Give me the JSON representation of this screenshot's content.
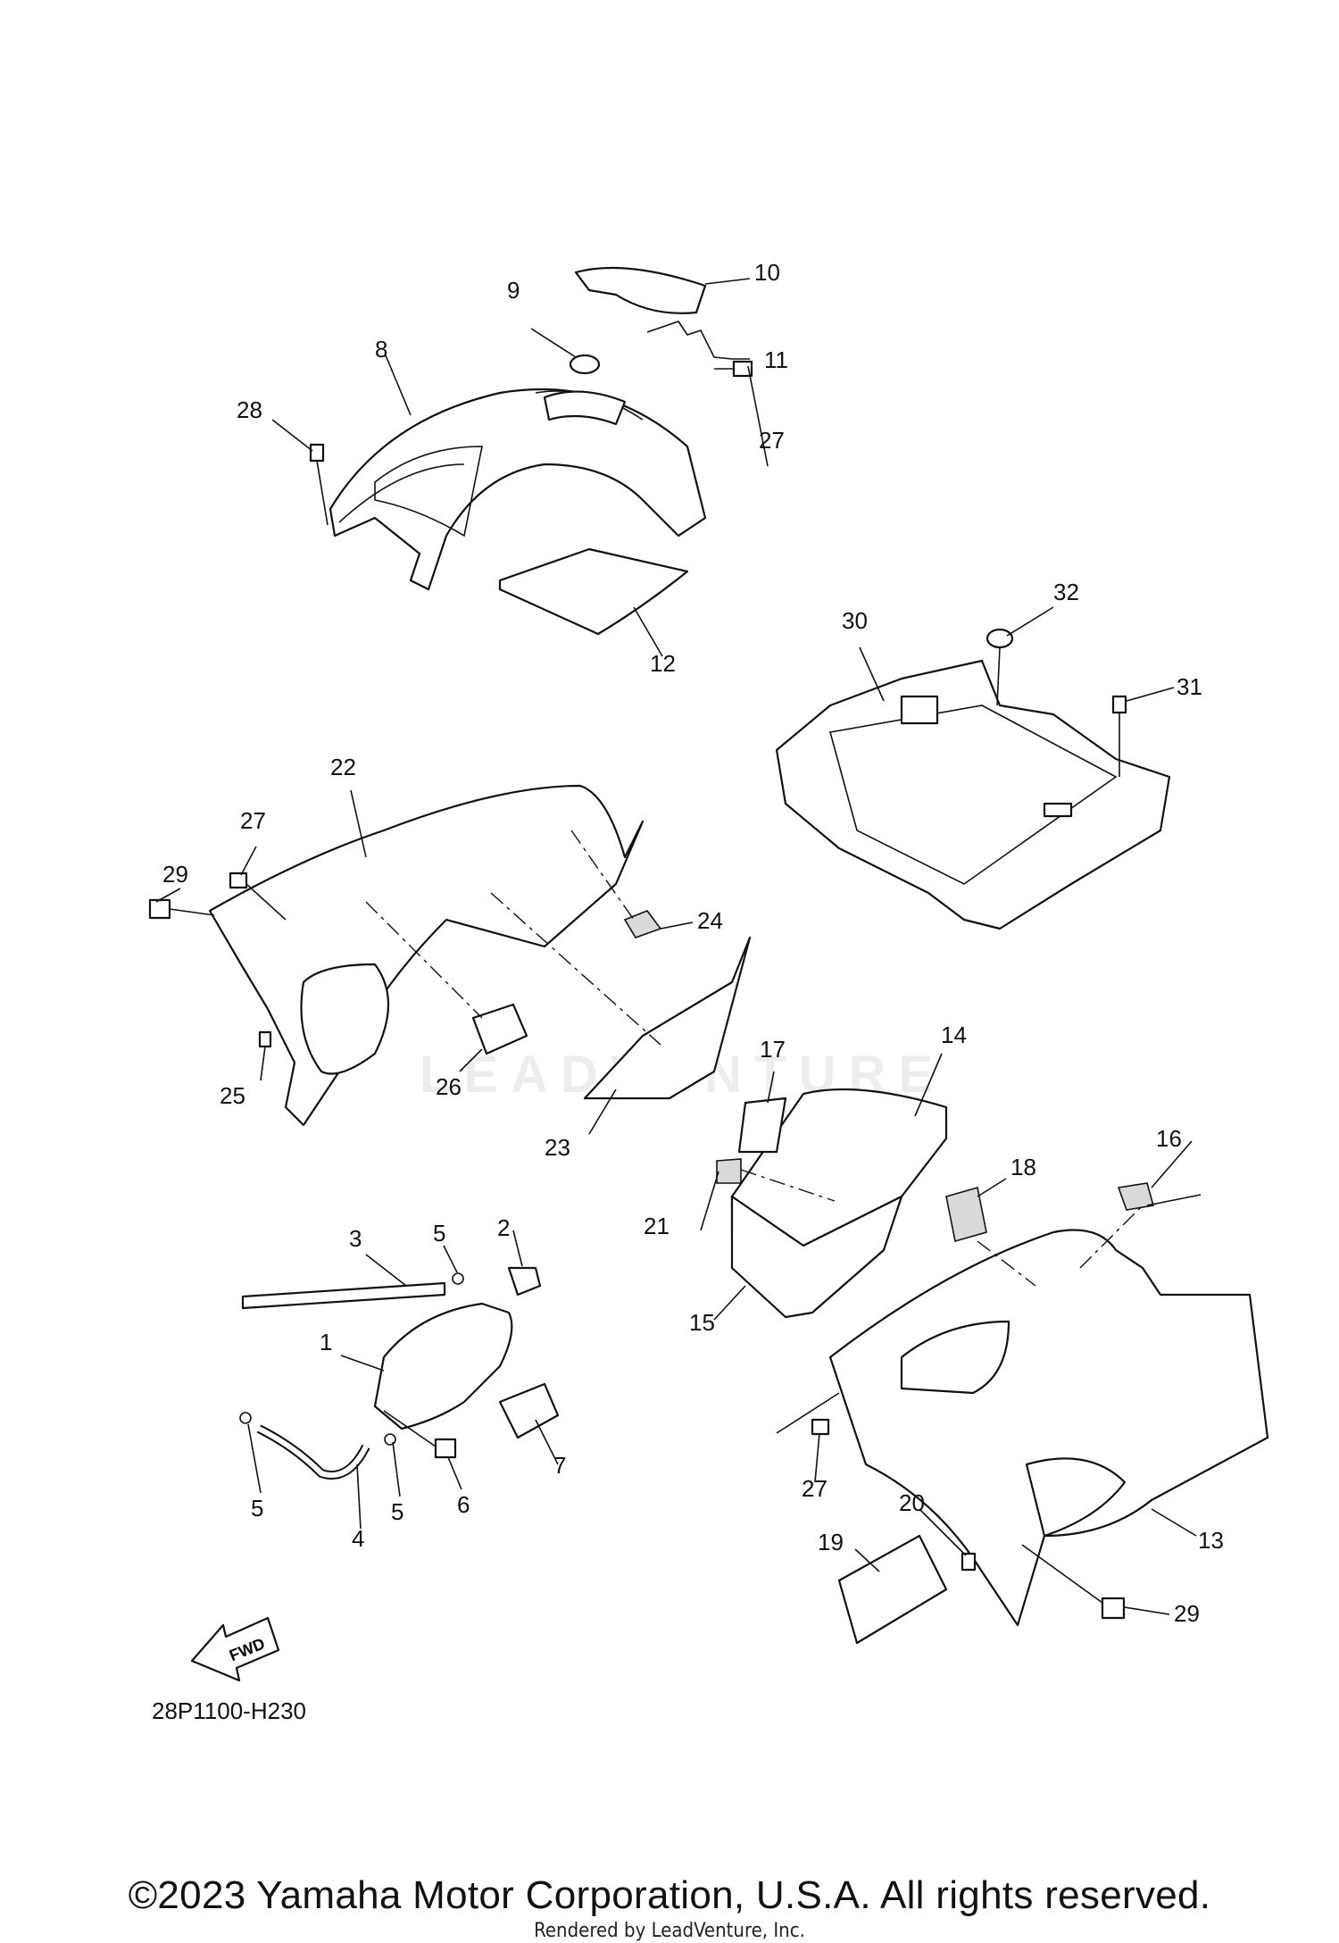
{
  "diagram": {
    "code": "28P1100-H230",
    "fwd_label": "FWD",
    "callouts": [
      "1",
      "2",
      "3",
      "4",
      "5",
      "6",
      "7",
      "8",
      "9",
      "10",
      "11",
      "12",
      "13",
      "14",
      "15",
      "16",
      "17",
      "18",
      "19",
      "20",
      "21",
      "22",
      "23",
      "24",
      "25",
      "26",
      "27",
      "28",
      "29",
      "30",
      "31",
      "32"
    ]
  },
  "watermark": "LEADVENTURE",
  "footer": {
    "copyright": "©2023 Yamaha Motor Corporation, U.S.A. All rights reserved.",
    "rendered_by": "Rendered by LeadVenture, Inc."
  }
}
